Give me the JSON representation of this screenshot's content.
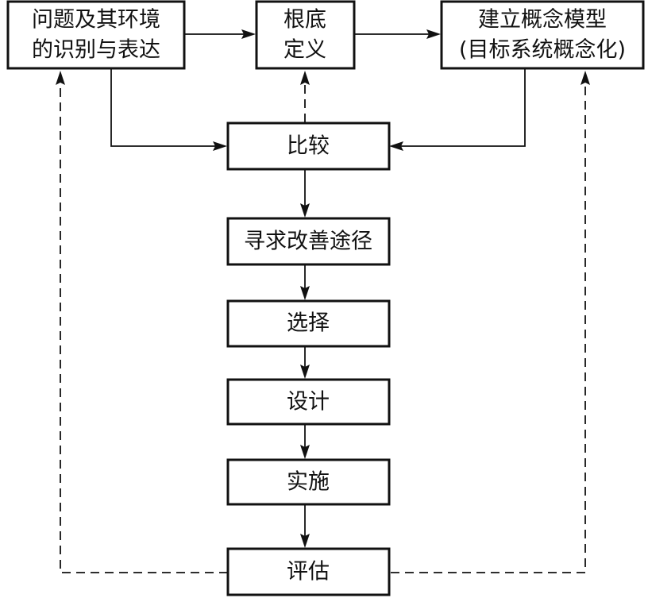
{
  "nodes": {
    "identify": {
      "lines": [
        "问题及其环境",
        "的识别与表达"
      ]
    },
    "root_definition": {
      "lines": [
        "根底",
        "定义"
      ]
    },
    "conceptual_model": {
      "lines": [
        "建立概念模型",
        "(目标系统概念化)"
      ]
    },
    "compare": {
      "lines": [
        "比较"
      ]
    },
    "seek_improvement": {
      "lines": [
        "寻求改善途径"
      ]
    },
    "select": {
      "lines": [
        "选择"
      ]
    },
    "design": {
      "lines": [
        "设计"
      ]
    },
    "implement": {
      "lines": [
        "实施"
      ]
    },
    "evaluate": {
      "lines": [
        "评估"
      ]
    }
  },
  "edges": [
    {
      "from": "identify",
      "to": "root_definition",
      "style": "solid"
    },
    {
      "from": "root_definition",
      "to": "conceptual_model",
      "style": "solid"
    },
    {
      "from": "identify",
      "to": "compare",
      "style": "solid"
    },
    {
      "from": "conceptual_model",
      "to": "compare",
      "style": "solid"
    },
    {
      "from": "compare",
      "to": "root_definition",
      "style": "dashed"
    },
    {
      "from": "compare",
      "to": "seek_improvement",
      "style": "solid"
    },
    {
      "from": "seek_improvement",
      "to": "select",
      "style": "solid"
    },
    {
      "from": "select",
      "to": "design",
      "style": "solid"
    },
    {
      "from": "design",
      "to": "implement",
      "style": "solid"
    },
    {
      "from": "implement",
      "to": "evaluate",
      "style": "solid"
    },
    {
      "from": "evaluate",
      "to": "identify",
      "style": "dashed"
    },
    {
      "from": "evaluate",
      "to": "conceptual_model",
      "style": "dashed"
    }
  ]
}
